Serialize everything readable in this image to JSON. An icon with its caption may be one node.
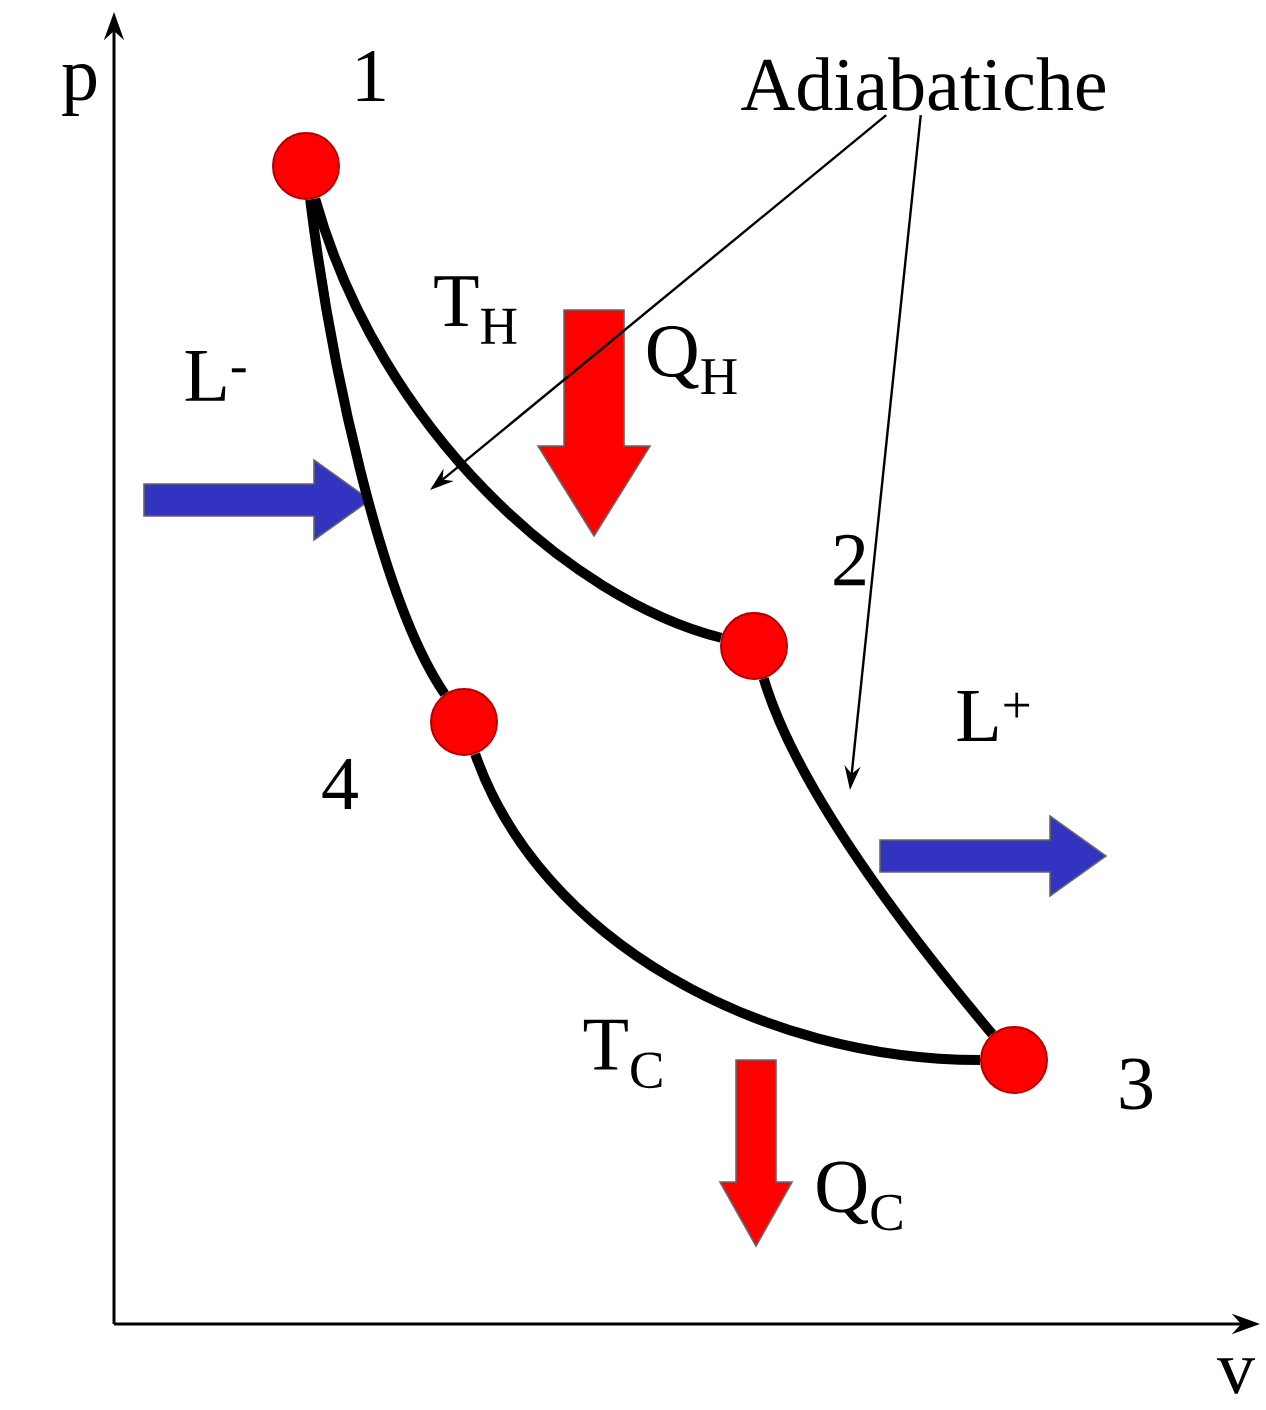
{
  "diagram": {
    "nodes": [
      {
        "text": [],
        "shape": "circle",
        "beside": [
          "1"
        ]
      },
      {
        "text": [],
        "shape": "circle",
        "beside": [
          "2"
        ]
      },
      {
        "text": [],
        "shape": "circle",
        "beside": [
          "3"
        ]
      },
      {
        "text": [],
        "shape": "circle",
        "beside": [
          "4"
        ]
      },
      {
        "text": [
          "Adiabatiche"
        ]
      }
    ],
    "edges": [
      {
        "from": 0,
        "to": 1,
        "arrow": "none",
        "label": "T$_{H}$"
      },
      {
        "from": 1,
        "to": 2,
        "arrow": "none"
      },
      {
        "from": 2,
        "to": 3,
        "arrow": "none",
        "label": "T$_{C}$"
      },
      {
        "from": 3,
        "to": 0,
        "arrow": "none"
      },
      {
        "from": 4,
        "to": null,
        "arrow": "to"
      },
      {
        "from": 4,
        "to": null,
        "arrow": "to"
      }
    ],
    "labels": [
      "p",
      "v",
      "L$^{-}$",
      "Q$_{H}$",
      "L$^{+}$",
      "Q$_{C}$"
    ]
  }
}
